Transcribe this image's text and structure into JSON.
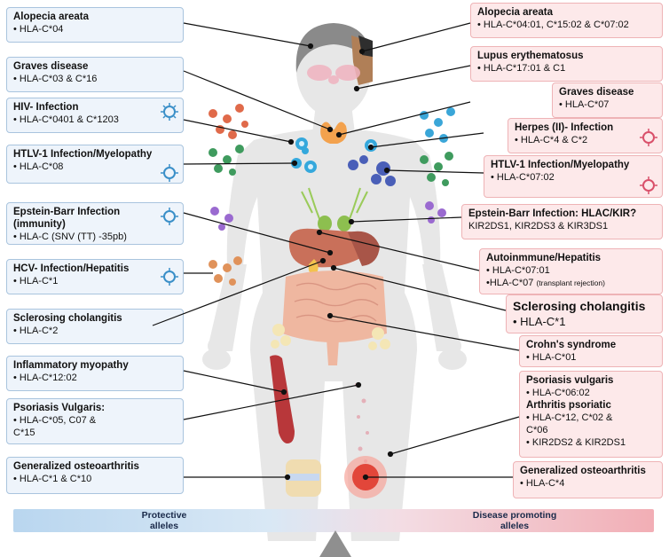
{
  "left": [
    {
      "id": "aa",
      "title": "Alopecia areata",
      "lines": [
        "• HLA-C*04"
      ]
    },
    {
      "id": "gd",
      "title": "Graves disease",
      "lines": [
        "• HLA-C*03 & C*16"
      ]
    },
    {
      "id": "hiv",
      "title": "HIV- Infection",
      "lines": [
        "• HLA-C*0401 & C*1203"
      ]
    },
    {
      "id": "htlv",
      "title": "HTLV-1 Infection/Myelopathy",
      "lines": [
        "• HLA-C*08"
      ]
    },
    {
      "id": "eb",
      "title": "Epstein-Barr Infection (immunity)",
      "lines": [
        "• HLA-C (SNV (TT)  -35pb)"
      ]
    },
    {
      "id": "hcv",
      "title": "HCV- Infection/Hepatitis",
      "lines": [
        "• HLA-C*1"
      ]
    },
    {
      "id": "sc",
      "title": "Sclerosing cholangitis",
      "lines": [
        "• HLA-C*2"
      ]
    },
    {
      "id": "im",
      "title": "Inflammatory myopathy",
      "lines": [
        "• HLA-C*12:02"
      ]
    },
    {
      "id": "pv",
      "title": "Psoriasis Vulgaris:",
      "lines": [
        "• HLA-C*05, C07 &",
        "C*15"
      ]
    },
    {
      "id": "go",
      "title": "Generalized osteoarthritis",
      "lines": [
        "• HLA-C*1 & C*10"
      ]
    }
  ],
  "right": [
    {
      "id": "aa",
      "title": "Alopecia areata",
      "lines": [
        "• HLA-C*04:01, C*15:02 & C*07:02"
      ]
    },
    {
      "id": "le",
      "title": "Lupus erythematosus",
      "lines": [
        "• HLA-C*17:01  & C1"
      ]
    },
    {
      "id": "gd",
      "title": "Graves disease",
      "lines": [
        "• HLA-C*07"
      ]
    },
    {
      "id": "hs",
      "title": "Herpes (II)- Infection",
      "lines": [
        "• HLA-C*4  & C*2"
      ]
    },
    {
      "id": "htlv",
      "title": "HTLV-1 Infection/Myelopathy",
      "lines": [
        "• HLA-C*07:02"
      ]
    },
    {
      "id": "eb",
      "title": "Epstein-Barr Infection: HLAC/KIR?",
      "lines": [
        "KIR2DS1, KIR2DS3 & KIR3DS1"
      ]
    },
    {
      "id": "ah",
      "title": "Autoinmmune/Hepatitis",
      "lines": [
        "• HLA-C*07:01"
      ],
      "extra": {
        "main": "•HLA-C*07",
        "small": "(transplant rejection)"
      }
    },
    {
      "id": "sc",
      "title": "Sclerosing cholangitis",
      "lines": [
        "• HLA-C*1"
      ]
    },
    {
      "id": "cd",
      "title": "Crohn's syndrome",
      "lines": [
        "• HLA-C*01"
      ]
    },
    {
      "id": "ps",
      "title": "Psoriasis vulgaris",
      "lines": [
        "• HLA-C*06:02"
      ],
      "title2": "Arthritis psoriatic",
      "lines2": [
        "• HLA-C*12, C*02 &",
        "C*06",
        "• KIR2DS2  & KIR2DS1"
      ]
    },
    {
      "id": "go",
      "title": "Generalized osteoarthritis",
      "lines": [
        "• HLA-C*4"
      ]
    }
  ],
  "scale": {
    "left_label": "Protective alleles",
    "right_label": "Disease promoting alleles"
  },
  "colors": {
    "protective_box": "#eef4fb",
    "protective_border": "#a9c4de",
    "disease_box": "#fde9ea",
    "disease_border": "#eeb3b6",
    "body": "#e6e6e6",
    "liver": "#c9705a",
    "intestine": "#efb7a0",
    "muscle": "#b8373a",
    "thyroid": "#f3a24e",
    "immune_cell": "#35a8dc",
    "nerve": "#9acb5a"
  },
  "icons": [
    "virus-icon-blue",
    "virus-icon-red",
    "immune-cell-icon",
    "virus-cluster-icon"
  ]
}
